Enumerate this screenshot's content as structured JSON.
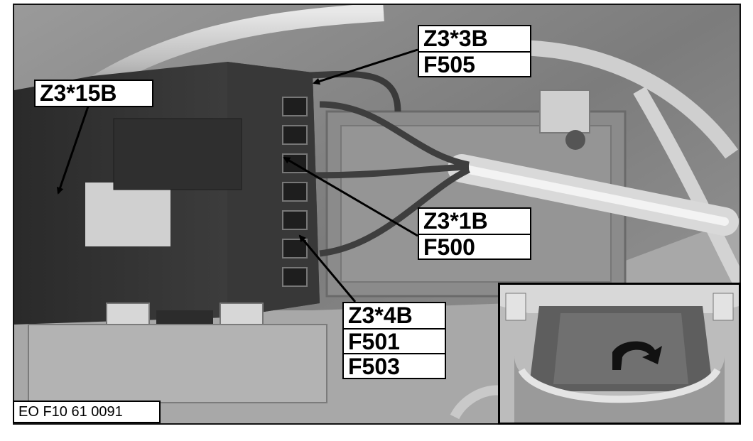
{
  "figure_code": "EO F10 61 0091",
  "callouts": [
    {
      "id": "z3-3b",
      "lines": [
        "Z3*3B",
        "F505"
      ]
    },
    {
      "id": "z3-15b",
      "lines": [
        "Z3*15B"
      ]
    },
    {
      "id": "z3-1b",
      "lines": [
        "Z3*1B",
        "F500"
      ]
    },
    {
      "id": "z3-4b",
      "lines": [
        "Z3*4B",
        "F501",
        "F503"
      ]
    }
  ],
  "colors": {
    "arrow": "#000000",
    "label_bg": "#ffffff",
    "border": "#000000"
  }
}
